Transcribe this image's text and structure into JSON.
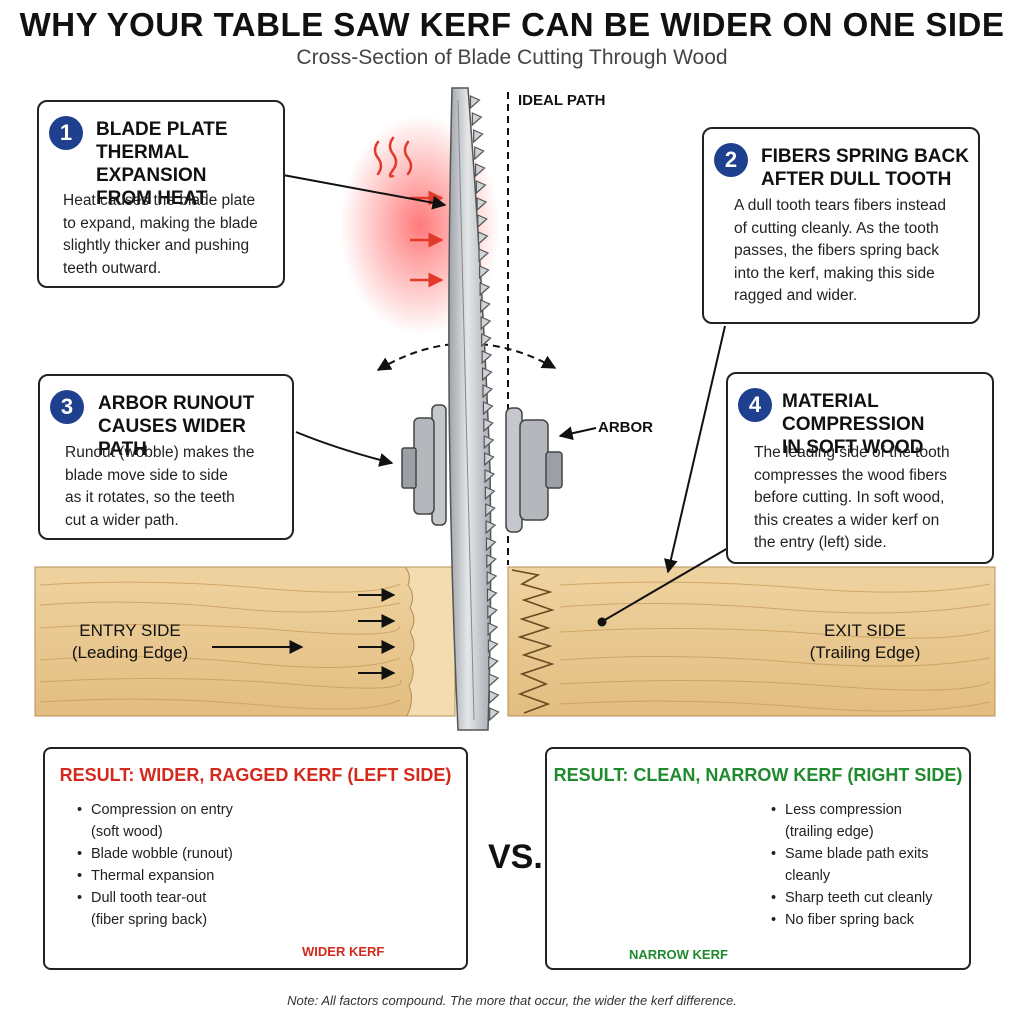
{
  "title": "WHY YOUR TABLE SAW KERF CAN BE WIDER ON ONE SIDE",
  "subtitle": "Cross-Section of Blade Cutting Through Wood",
  "labels": {
    "ideal_path": "IDEAL PATH",
    "arbor": "ARBOR",
    "entry_side": "ENTRY SIDE",
    "entry_side_sub": "(Leading Edge)",
    "exit_side": "EXIT SIDE",
    "exit_side_sub": "(Trailing Edge)"
  },
  "callouts": [
    {
      "number": "1",
      "title_lines": [
        "BLADE PLATE",
        "THERMAL EXPANSION",
        "FROM HEAT"
      ],
      "body_lines": [
        "Heat causes the blade plate",
        "to expand, making the blade",
        "slightly thicker and pushing",
        "teeth outward."
      ]
    },
    {
      "number": "2",
      "title_lines": [
        "FIBERS SPRING BACK",
        "AFTER DULL TOOTH"
      ],
      "body_lines": [
        "A dull tooth tears fibers instead",
        "of cutting cleanly. As the tooth",
        "passes, the fibers spring back",
        "into the kerf, making this side",
        "ragged and wider."
      ]
    },
    {
      "number": "3",
      "title_lines": [
        "ARBOR RUNOUT",
        "CAUSES WIDER PATH"
      ],
      "body_lines": [
        "Runout (wobble) makes the",
        "blade move side to side",
        "as it rotates, so the teeth",
        "cut a wider path."
      ]
    },
    {
      "number": "4",
      "title_lines": [
        "MATERIAL COMPRESSION",
        "IN SOFT WOOD"
      ],
      "body_lines": [
        "The leading side of the tooth",
        "compresses the wood fibers",
        "before cutting. In soft wood,",
        "this creates a wider kerf on",
        "the entry (left) side."
      ]
    }
  ],
  "results": {
    "left": {
      "title": "RESULT: WIDER, RAGGED KERF (LEFT SIDE)",
      "bullets": [
        [
          "Compression on entry",
          "(soft wood)"
        ],
        [
          "Blade wobble (runout)"
        ],
        [
          "Thermal expansion"
        ],
        [
          "Dull tooth tear-out",
          "(fiber spring back)"
        ]
      ],
      "kerf_label": "WIDER KERF",
      "color": "#d42a1e"
    },
    "vs": "VS.",
    "right": {
      "title": "RESULT: CLEAN, NARROW KERF (RIGHT SIDE)",
      "bullets": [
        [
          "Less compression",
          "(trailing edge)"
        ],
        [
          "Same blade path exits",
          "cleanly"
        ],
        [
          "Sharp teeth cut cleanly"
        ],
        [
          "No fiber spring back"
        ]
      ],
      "kerf_label": "NARROW KERF",
      "color": "#1f8a2e"
    }
  },
  "note": "Note: All factors compound. The more that occur, the wider the kerf difference.",
  "colors": {
    "badge": "#1f3f8f",
    "heat": "#e23a2a",
    "wood": "#e8c790",
    "wood_grain": "#c99d5c",
    "blade": "#c9ccd0"
  },
  "icons": [
    "heat-wave-icon",
    "arrow-icon",
    "rotation-arrow-icon"
  ]
}
